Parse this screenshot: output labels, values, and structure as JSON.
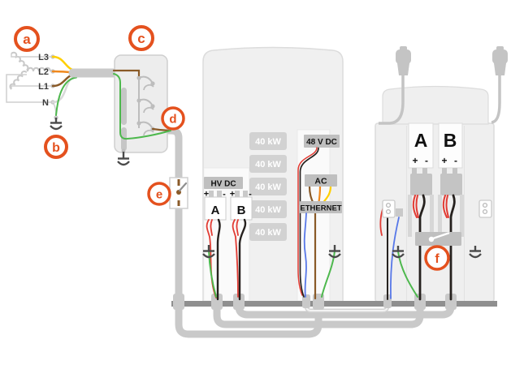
{
  "badges": {
    "a": "a",
    "b": "b",
    "c": "c",
    "d": "d",
    "e": "e",
    "f": "f"
  },
  "grid": {
    "phase_l3": "L3",
    "phase_l2": "L2",
    "phase_l1": "L1",
    "neutral": "N"
  },
  "power_cabinet": {
    "modules": [
      "40 kW",
      "40 kW",
      "40 kW",
      "40 kW",
      "40 kW"
    ],
    "aux_dc_label": "48 V DC",
    "hv_dc_label": "HV DC",
    "ac_label": "AC",
    "ethernet_label": "ETHERNET",
    "output_a": {
      "label": "A",
      "plus": "+",
      "minus": "-"
    },
    "output_b": {
      "label": "B",
      "plus": "+",
      "minus": "-"
    }
  },
  "dispenser": {
    "connector_a": {
      "label": "A",
      "plus": "+",
      "minus": "-"
    },
    "connector_b": {
      "label": "B",
      "plus": "+",
      "minus": "-"
    }
  },
  "colors": {
    "badge_accent": "#e4511e",
    "wire_yellow": "#ffcf00",
    "wire_orange": "#f0891e",
    "wire_brown": "#8a5a28",
    "wire_neutral": "#d9d9d9",
    "wire_green": "#4db84d",
    "wire_red": "#e23b33",
    "wire_black": "#26211e",
    "wire_blue": "#5878e8",
    "conduit_gray": "#c9c9c9",
    "ground_bar_gray": "#8f8f8f",
    "cabinet_fill": "#f0f0f0",
    "label_bg": "#bfbfbf",
    "module_bg": "#d2d2d2"
  }
}
